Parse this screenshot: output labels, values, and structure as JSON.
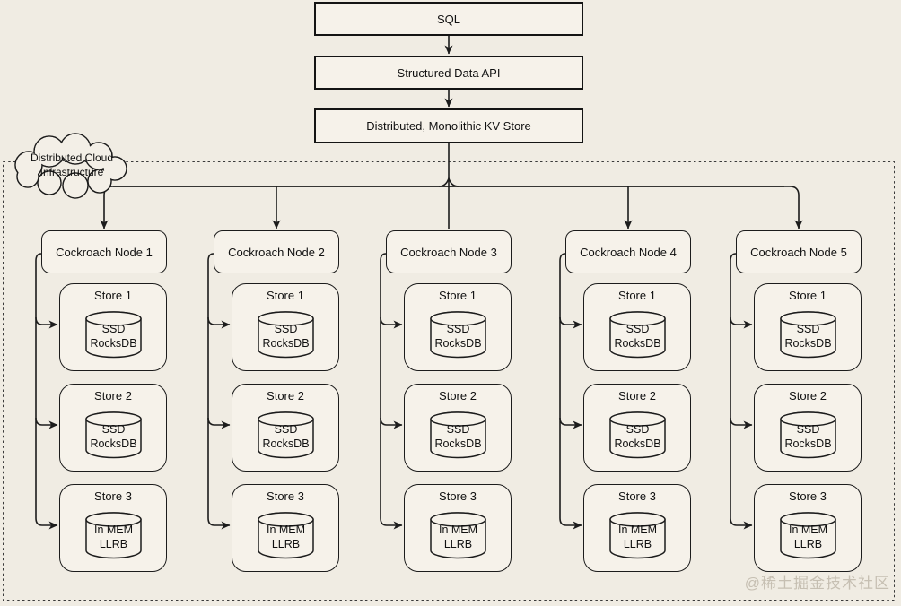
{
  "diagram": {
    "top_stack": {
      "sql": "SQL",
      "api": "Structured Data API",
      "kv": "Distributed, Monolithic KV Store"
    },
    "cloud": {
      "line1": "Distributed Cloud",
      "line2": "Infrastructure"
    },
    "nodes": [
      {
        "label": "Cockroach Node 1",
        "stores": [
          {
            "label": "Store 1",
            "db_line1": "SSD",
            "db_line2": "RocksDB"
          },
          {
            "label": "Store 2",
            "db_line1": "SSD",
            "db_line2": "RocksDB"
          },
          {
            "label": "Store 3",
            "db_line1": "In MEM",
            "db_line2": "LLRB"
          }
        ]
      },
      {
        "label": "Cockroach Node 2",
        "stores": [
          {
            "label": "Store 1",
            "db_line1": "SSD",
            "db_line2": "RocksDB"
          },
          {
            "label": "Store 2",
            "db_line1": "SSD",
            "db_line2": "RocksDB"
          },
          {
            "label": "Store 3",
            "db_line1": "In MEM",
            "db_line2": "LLRB"
          }
        ]
      },
      {
        "label": "Cockroach Node 3",
        "stores": [
          {
            "label": "Store 1",
            "db_line1": "SSD",
            "db_line2": "RocksDB"
          },
          {
            "label": "Store 2",
            "db_line1": "SSD",
            "db_line2": "RocksDB"
          },
          {
            "label": "Store 3",
            "db_line1": "In MEM",
            "db_line2": "LLRB"
          }
        ]
      },
      {
        "label": "Cockroach Node 4",
        "stores": [
          {
            "label": "Store 1",
            "db_line1": "SSD",
            "db_line2": "RocksDB"
          },
          {
            "label": "Store 2",
            "db_line1": "SSD",
            "db_line2": "RocksDB"
          },
          {
            "label": "Store 3",
            "db_line1": "In MEM",
            "db_line2": "LLRB"
          }
        ]
      },
      {
        "label": "Cockroach Node 5",
        "stores": [
          {
            "label": "Store 1",
            "db_line1": "SSD",
            "db_line2": "RocksDB"
          },
          {
            "label": "Store 2",
            "db_line1": "SSD",
            "db_line2": "RocksDB"
          },
          {
            "label": "Store 3",
            "db_line1": "In MEM",
            "db_line2": "LLRB"
          }
        ]
      }
    ],
    "watermark": "@稀土掘金技术社区",
    "colors": {
      "background": "#f0ece3",
      "box_fill": "#f6f2ea",
      "line": "#1c1c1c",
      "watermark": "#c6bfb2"
    }
  }
}
